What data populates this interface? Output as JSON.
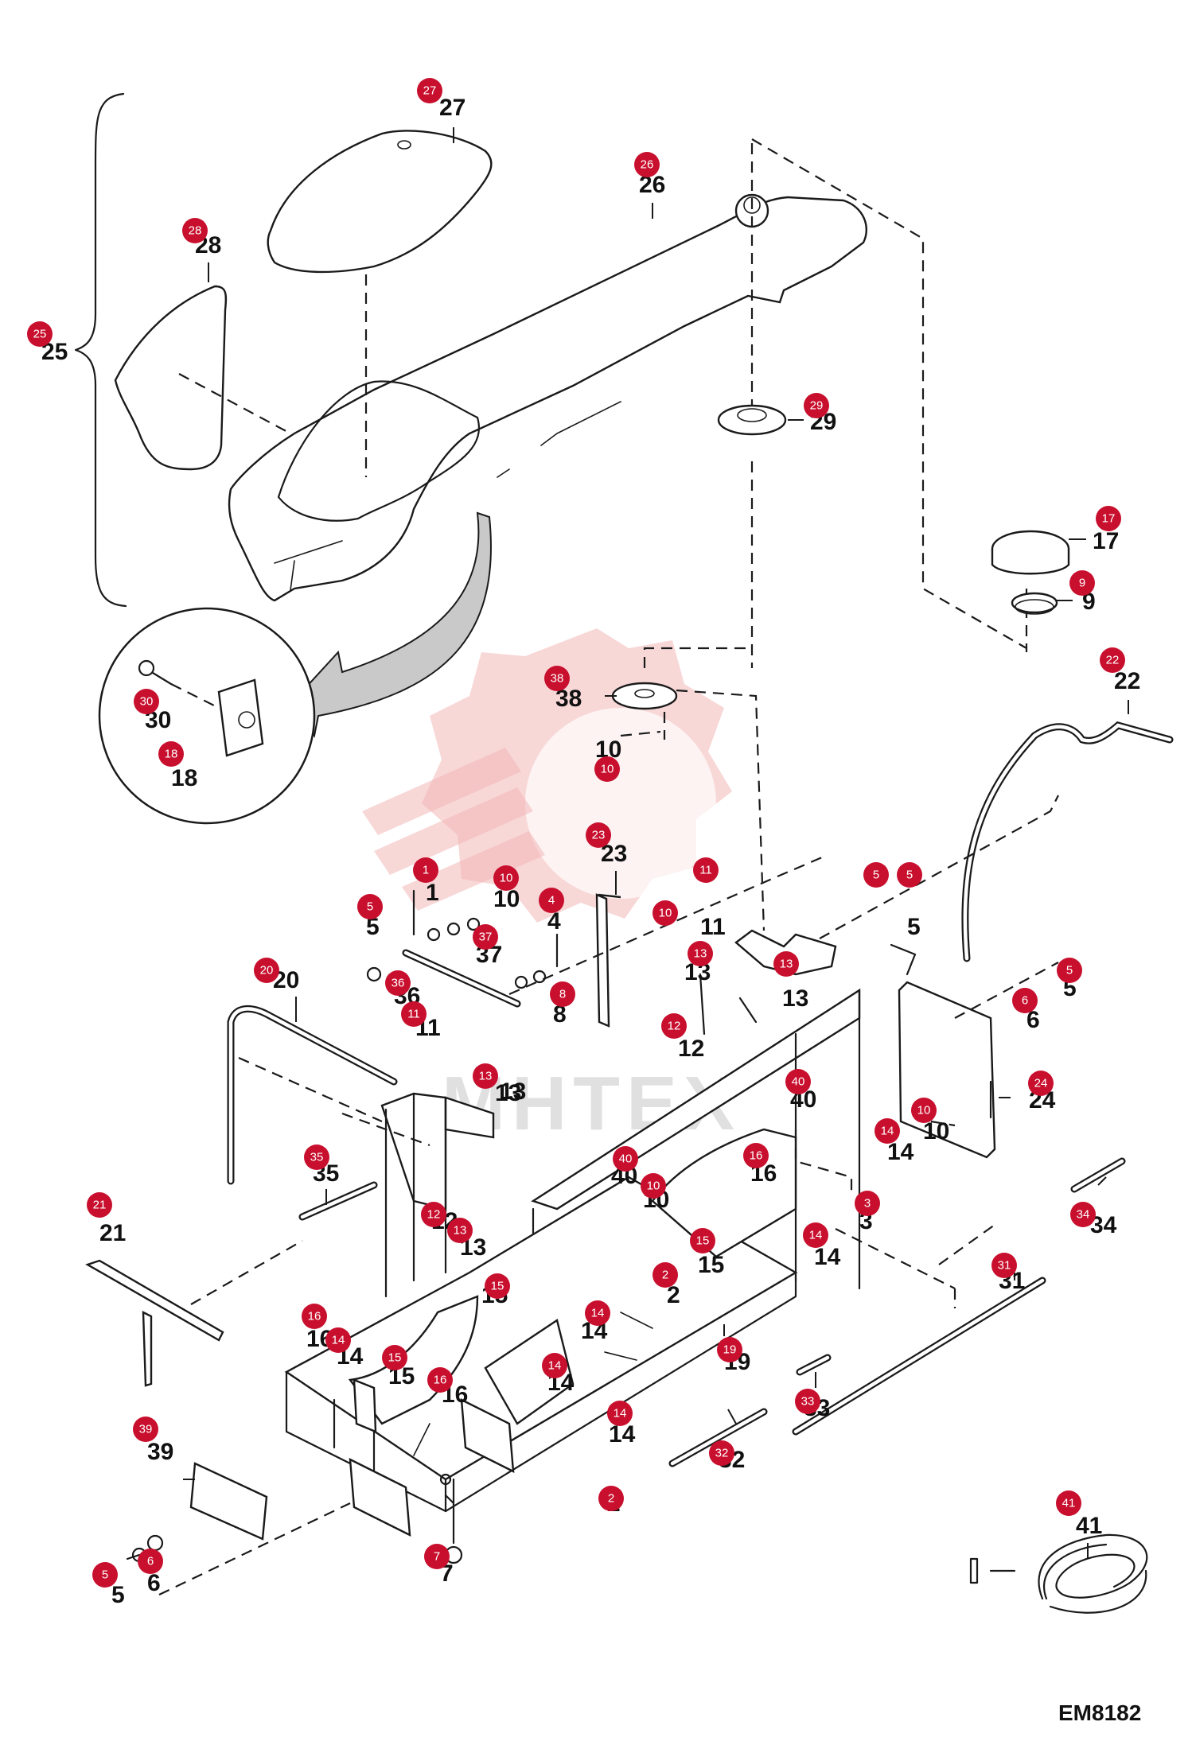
{
  "drawing_code": "EM8182",
  "watermark_text": "MHTEX",
  "colors": {
    "callout": "#c8102e",
    "line": "#1a1a1a",
    "watermark": "#f3b7b7"
  },
  "callouts": [
    {
      "n": "27"
    },
    {
      "n": "26"
    },
    {
      "n": "28"
    },
    {
      "n": "25"
    },
    {
      "n": "29"
    },
    {
      "n": "17"
    },
    {
      "n": "9"
    },
    {
      "n": "22"
    },
    {
      "n": "38"
    },
    {
      "n": "10"
    },
    {
      "n": "30"
    },
    {
      "n": "18"
    },
    {
      "n": "23"
    },
    {
      "n": "1"
    },
    {
      "n": "10"
    },
    {
      "n": "11"
    },
    {
      "n": "4"
    },
    {
      "n": "5"
    },
    {
      "n": "37"
    },
    {
      "n": "10"
    },
    {
      "n": "5"
    },
    {
      "n": "5"
    },
    {
      "n": "13"
    },
    {
      "n": "13"
    },
    {
      "n": "36"
    },
    {
      "n": "8"
    },
    {
      "n": "20"
    },
    {
      "n": "11"
    },
    {
      "n": "12"
    },
    {
      "n": "5"
    },
    {
      "n": "6"
    },
    {
      "n": "13"
    },
    {
      "n": "40"
    },
    {
      "n": "10"
    },
    {
      "n": "24"
    },
    {
      "n": "14"
    },
    {
      "n": "35"
    },
    {
      "n": "40"
    },
    {
      "n": "16"
    },
    {
      "n": "10"
    },
    {
      "n": "21"
    },
    {
      "n": "12"
    },
    {
      "n": "13"
    },
    {
      "n": "3"
    },
    {
      "n": "34"
    },
    {
      "n": "15"
    },
    {
      "n": "14"
    },
    {
      "n": "31"
    },
    {
      "n": "2"
    },
    {
      "n": "15"
    },
    {
      "n": "14"
    },
    {
      "n": "16"
    },
    {
      "n": "14"
    },
    {
      "n": "19"
    },
    {
      "n": "15"
    },
    {
      "n": "14"
    },
    {
      "n": "16"
    },
    {
      "n": "33"
    },
    {
      "n": "14"
    },
    {
      "n": "39"
    },
    {
      "n": "32"
    },
    {
      "n": "2"
    },
    {
      "n": "41"
    },
    {
      "n": "7"
    },
    {
      "n": "5"
    },
    {
      "n": "6"
    }
  ],
  "labels": [
    {
      "t": "27"
    },
    {
      "t": "26"
    },
    {
      "t": "28"
    },
    {
      "t": "25"
    },
    {
      "t": "29"
    },
    {
      "t": "17"
    },
    {
      "t": "9"
    },
    {
      "t": "22"
    },
    {
      "t": "38"
    },
    {
      "t": "10"
    },
    {
      "t": "30"
    },
    {
      "t": "18"
    },
    {
      "t": "23"
    },
    {
      "t": "1"
    },
    {
      "t": "10"
    },
    {
      "t": "11"
    },
    {
      "t": "4"
    },
    {
      "t": "5"
    },
    {
      "t": "37"
    },
    {
      "t": "5"
    },
    {
      "t": "13"
    },
    {
      "t": "13"
    },
    {
      "t": "13"
    },
    {
      "t": "36"
    },
    {
      "t": "8"
    },
    {
      "t": "20"
    },
    {
      "t": "11"
    },
    {
      "t": "12"
    },
    {
      "t": "5"
    },
    {
      "t": "6"
    },
    {
      "t": "13"
    },
    {
      "t": "40"
    },
    {
      "t": "10"
    },
    {
      "t": "24"
    },
    {
      "t": "14"
    },
    {
      "t": "35"
    },
    {
      "t": "40"
    },
    {
      "t": "16"
    },
    {
      "t": "10"
    },
    {
      "t": "21"
    },
    {
      "t": "12"
    },
    {
      "t": "13"
    },
    {
      "t": "3"
    },
    {
      "t": "34"
    },
    {
      "t": "15"
    },
    {
      "t": "14"
    },
    {
      "t": "31"
    },
    {
      "t": "2"
    },
    {
      "t": "15"
    },
    {
      "t": "14"
    },
    {
      "t": "16"
    },
    {
      "t": "14"
    },
    {
      "t": "19"
    },
    {
      "t": "15"
    },
    {
      "t": "14"
    },
    {
      "t": "16"
    },
    {
      "t": "33"
    },
    {
      "t": "14"
    },
    {
      "t": "39"
    },
    {
      "t": "32"
    },
    {
      "t": "2"
    },
    {
      "t": "41"
    },
    {
      "t": "7"
    },
    {
      "t": "5"
    },
    {
      "t": "6"
    }
  ]
}
